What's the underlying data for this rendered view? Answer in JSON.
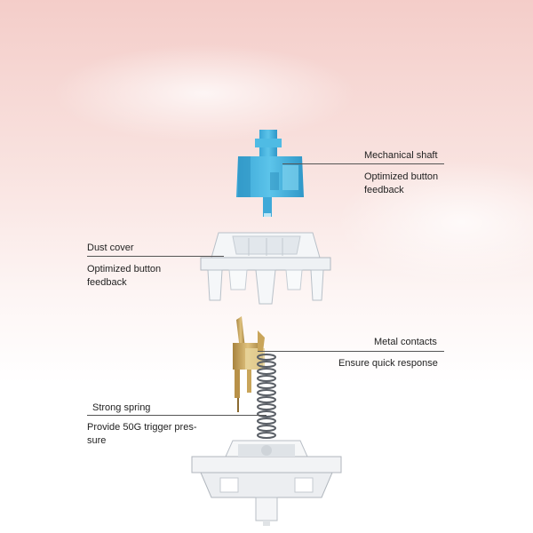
{
  "parts": {
    "shaft": {
      "title": "Mechanical shaft",
      "desc_line1": "Optimized button",
      "desc_line2": "feedback",
      "color": "#4ab3dc"
    },
    "dust_cover": {
      "title": "Dust cover",
      "desc_line1": "Optimized button",
      "desc_line2": "feedback"
    },
    "contacts": {
      "title": "Metal contacts",
      "desc": "Ensure quick response",
      "color": "#c9a55a"
    },
    "spring": {
      "title": "Strong spring",
      "desc_line1": "Provide 50G trigger pres-",
      "desc_line2": "sure"
    }
  },
  "background": {
    "tint": "#f5cfcc"
  }
}
